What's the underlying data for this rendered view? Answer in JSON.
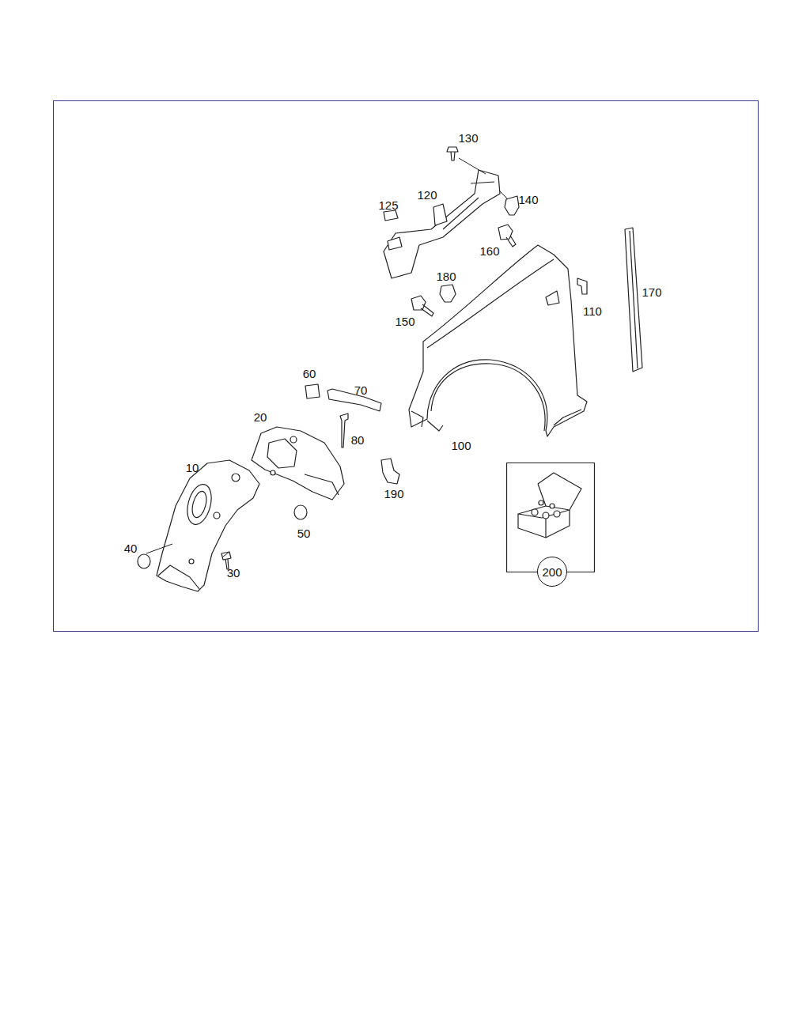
{
  "diagram": {
    "nodes": [
      {
        "text": [
          "200"
        ]
      }
    ],
    "labels": [
      "130",
      "120",
      "140",
      "125",
      "160",
      "180",
      "170",
      "150",
      "110",
      "60",
      "70",
      "20",
      "80",
      "100",
      "10",
      "190",
      "40",
      "50",
      "30"
    ]
  }
}
